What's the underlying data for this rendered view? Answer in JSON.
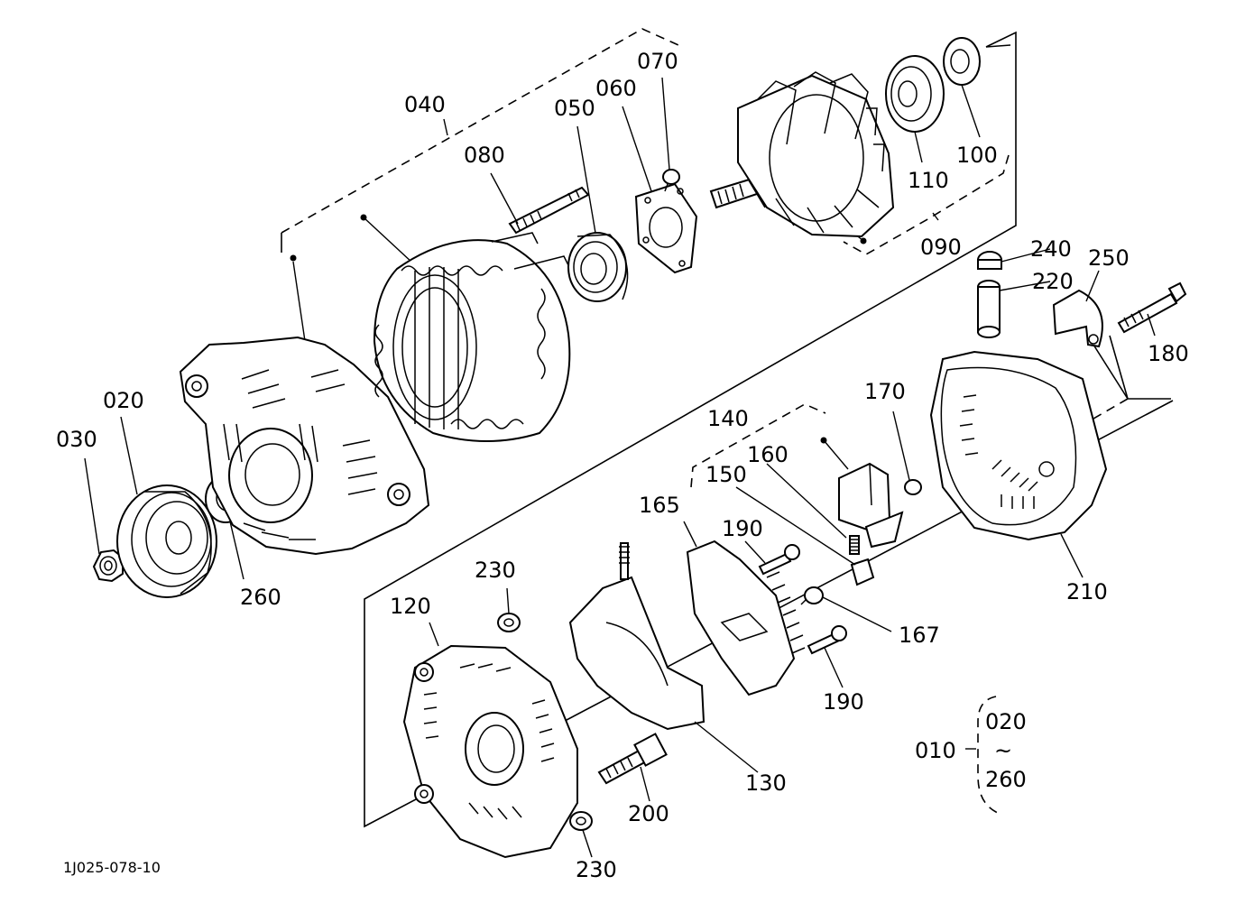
{
  "drawing_code": "1J025-078-10",
  "labels": {
    "p010": "010",
    "p020": "020",
    "p030": "030",
    "p040": "040",
    "p050": "050",
    "p060": "060",
    "p070": "070",
    "p080": "080",
    "p090": "090",
    "p100": "100",
    "p110": "110",
    "p120": "120",
    "p130": "130",
    "p140": "140",
    "p150": "150",
    "p160": "160",
    "p165": "165",
    "p167": "167",
    "p170": "170",
    "p180": "180",
    "p190a": "190",
    "p190b": "190",
    "p200": "200",
    "p210": "210",
    "p220": "220",
    "p230a": "230",
    "p230b": "230",
    "p240": "240",
    "p250": "250",
    "p260": "260"
  },
  "assembly_range": {
    "from": "020",
    "tilde": "~",
    "to": "260"
  }
}
